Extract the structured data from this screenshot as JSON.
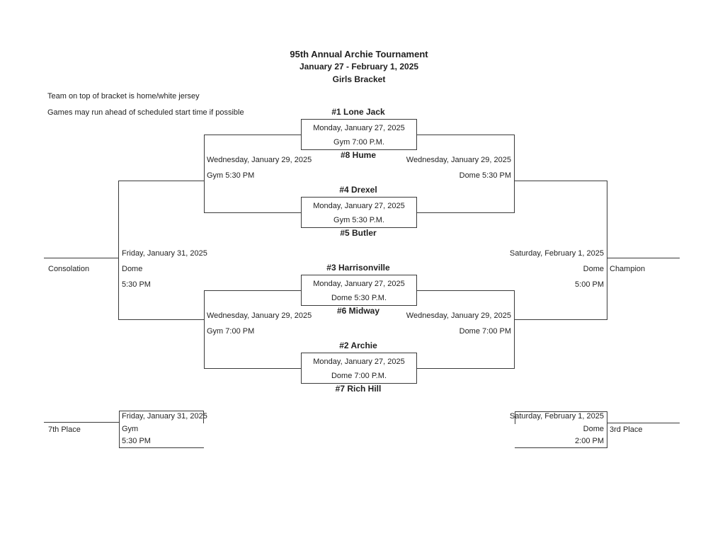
{
  "header": {
    "title": "95th Annual Archie Tournament",
    "date_range": "January 27 - February 1, 2025",
    "bracket_name": "Girls Bracket"
  },
  "notes": {
    "jersey": "Team on top of bracket is home/white jersey",
    "schedule": "Games may run ahead of scheduled start time if possible"
  },
  "first_round": {
    "game1": {
      "top_team": "#1 Lone Jack",
      "date": "Monday, January 27, 2025",
      "venue_time": "Gym 7:00 P.M.",
      "bottom_team": "#8 Hume"
    },
    "game2": {
      "top_team": "#4 Drexel",
      "date": "Monday, January 27, 2025",
      "venue_time": "Gym 5:30 P.M.",
      "bottom_team": "#5 Butler"
    },
    "game3": {
      "top_team": "#3 Harrisonville",
      "date": "Monday, January 27, 2025",
      "venue_time": "Dome 5:30 P.M.",
      "bottom_team": "#6 Midway"
    },
    "game4": {
      "top_team": "#2 Archie",
      "date": "Monday, January 27, 2025",
      "venue_time": "Dome 7:00 P.M.",
      "bottom_team": "#7 Rich Hill"
    }
  },
  "consolation_semifinals": {
    "top": {
      "date": "Wednesday, January 29, 2025",
      "venue_time": "Gym 5:30 PM"
    },
    "bottom": {
      "date": "Wednesday, January 29, 2025",
      "venue_time": "Gym 7:00 PM"
    }
  },
  "championship_semifinals": {
    "top": {
      "date": "Wednesday, January 29, 2025",
      "venue_time": "Dome 5:30 PM"
    },
    "bottom": {
      "date": "Wednesday, January 29, 2025",
      "venue_time": "Dome 7:00 PM"
    }
  },
  "consolation_final": {
    "label": "Consolation",
    "date": "Friday, January 31, 2025",
    "venue": "Dome",
    "time": "5:30 PM"
  },
  "championship_final": {
    "label": "Champion",
    "date": "Saturday, February 1, 2025",
    "venue": "Dome",
    "time": "5:00 PM"
  },
  "seventh_place_game": {
    "label": "7th Place",
    "date": "Friday, January 31, 2025",
    "venue": "Gym",
    "time": "5:30 PM"
  },
  "third_place_game": {
    "label": "3rd Place",
    "date": "Saturday, February 1, 2025",
    "venue": "Dome",
    "time": "2:00 PM"
  },
  "colors": {
    "line": "#3a3a3a",
    "text": "#1f1f1f",
    "background": "#ffffff"
  }
}
